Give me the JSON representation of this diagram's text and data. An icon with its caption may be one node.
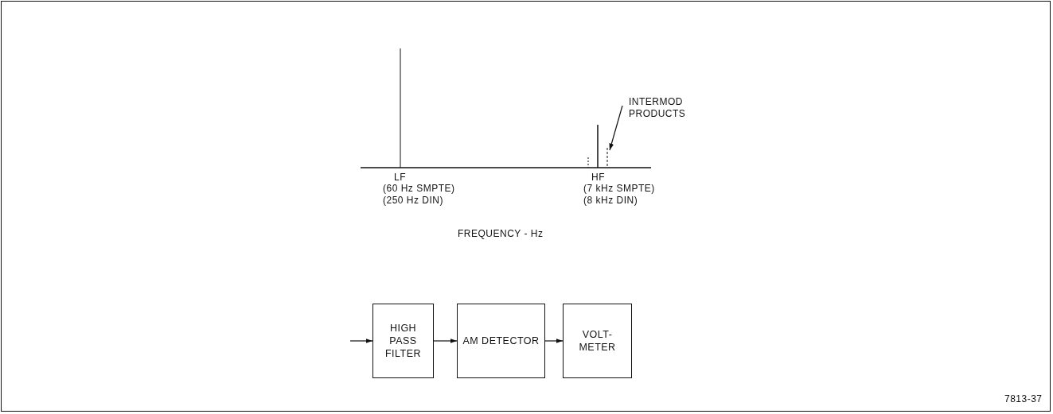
{
  "diagram": {
    "nodes": [
      {
        "text": [
          "HIGH PASS FILTER"
        ]
      },
      {
        "text": [
          "AM DETECTOR"
        ]
      },
      {
        "text": [
          "VOLT- METER"
        ]
      },
      {
        "text": [
          "INTERMOD PRODUCTS"
        ]
      },
      {
        "text": [],
        "shape": "bar"
      }
    ],
    "edges": [
      {
        "from": null,
        "to": 0,
        "arrow": "to"
      },
      {
        "from": 0,
        "to": 1,
        "arrow": "to"
      },
      {
        "from": 1,
        "to": 2,
        "arrow": "to"
      },
      {
        "from": 3,
        "to": 4,
        "arrow": "to"
      }
    ],
    "labels": [
      "LF",
      "(60 Hz SMPTE)",
      "(250 Hz DIN)",
      "HF",
      "(7 kHz SMPTE)",
      "(8 kHz DIN)",
      "FREQUENCY - Hz",
      "7813-37"
    ]
  }
}
